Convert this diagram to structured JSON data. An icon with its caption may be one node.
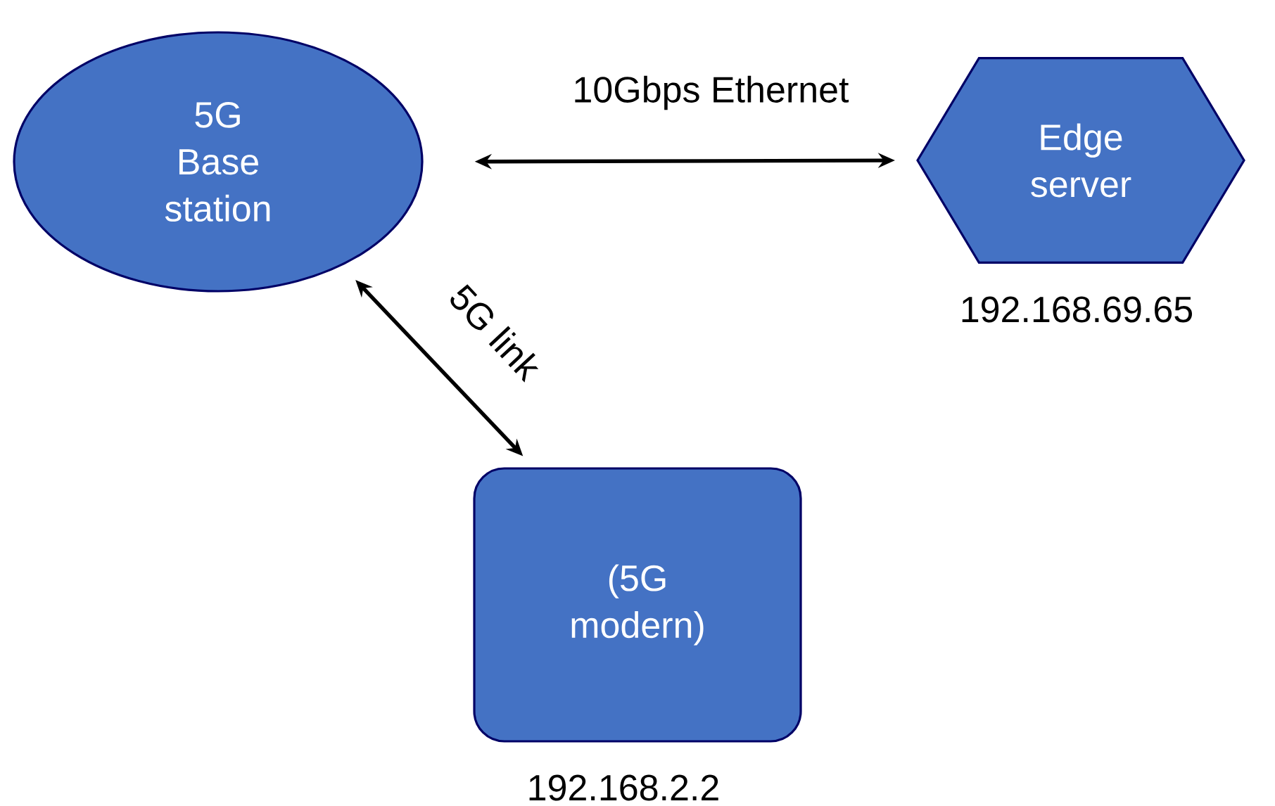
{
  "diagram": {
    "nodes": [
      {
        "text": [
          "5G Base station"
        ]
      },
      {
        "text": [
          "Edge server"
        ],
        "beside": [
          "192.168.69.65"
        ]
      },
      {
        "text": [
          "(5G modern)"
        ],
        "beside": [
          "192.168.2.2"
        ]
      }
    ],
    "edges": [
      {
        "from": 0,
        "to": 1,
        "arrow": "both",
        "label": "10Gbps Ethernet"
      },
      {
        "from": 0,
        "to": 2,
        "arrow": "both",
        "label": "5G link"
      }
    ]
  }
}
